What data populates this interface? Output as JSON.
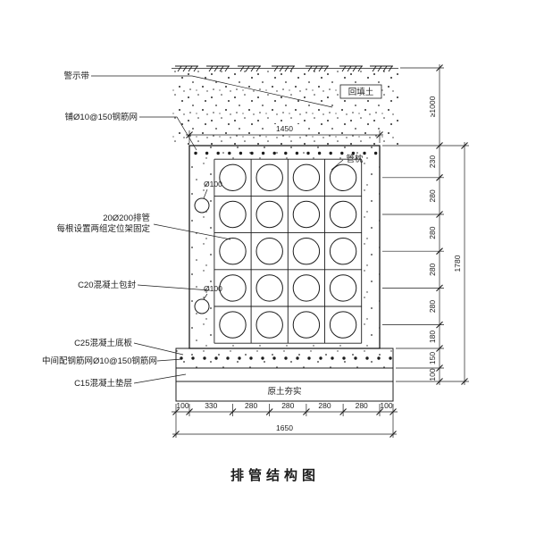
{
  "title": "排管结构图",
  "annotations": {
    "left": [
      {
        "id": "warning_tape",
        "text": "警示带"
      },
      {
        "id": "top_mesh",
        "text": "铺Ø10@150钢筋网"
      },
      {
        "id": "pipes_line1",
        "text": "20Ø200排管"
      },
      {
        "id": "pipes_line2",
        "text": "每根设置两组定位架固定"
      },
      {
        "id": "encasement",
        "text": "C20混凝土包封"
      },
      {
        "id": "base_slab",
        "text": "C25混凝土底板"
      },
      {
        "id": "mid_mesh",
        "text": "中间配钢筋网Ø10@150钢筋网"
      },
      {
        "id": "cushion",
        "text": "C15混凝土垫层"
      }
    ],
    "inner": {
      "backfill": "回填土",
      "pipe_pillow": "管枕",
      "pipe_dia_1": "Ø100",
      "pipe_dia_2": "Ø100",
      "compacted_soil": "原土夯实"
    }
  },
  "dimensions": {
    "top_width": "1450",
    "cover_depth": "≥1000",
    "right_segments": [
      "230",
      "280",
      "280",
      "280",
      "280",
      "180",
      "150",
      "100"
    ],
    "right_total": "1780",
    "bottom_segments": [
      "100",
      "330",
      "280",
      "280",
      "280",
      "280",
      "100"
    ],
    "bottom_total": "1650"
  },
  "colors": {
    "ink": "#1c1c1c",
    "paper": "#ffffff"
  }
}
